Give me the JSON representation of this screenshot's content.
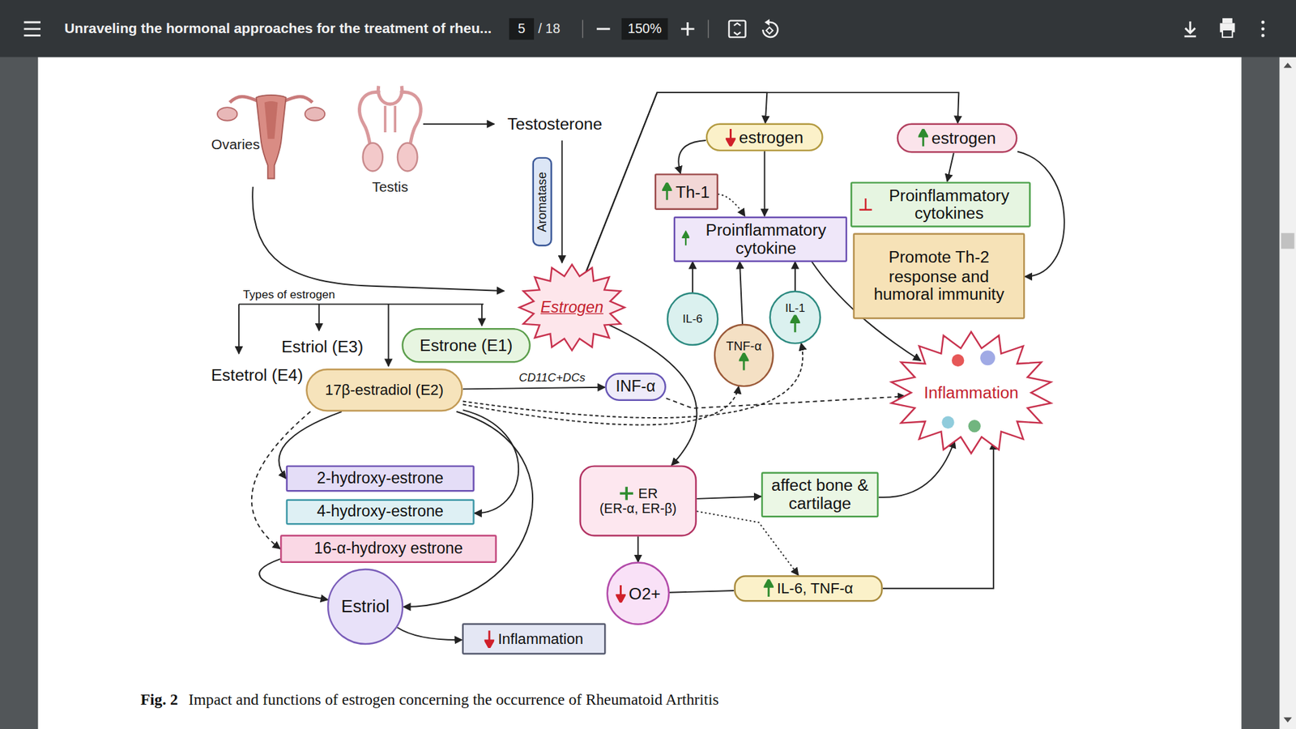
{
  "diagram": {
    "caption": "Impact and functions of estrogen concerning the occurrence of Rheumatoid Arthritis",
    "nodes": [
      {
        "text": [
          "Aromatase"
        ]
      },
      {
        "text": [
          "Estrogen"
        ]
      },
      {
        "text": [
          "Estrone (E1)"
        ]
      },
      {
        "text": [
          "17β-estradiol (E2)"
        ]
      },
      {
        "text": [
          "2-hydroxy-estrone"
        ]
      },
      {
        "text": [
          "4-hydroxy-estrone"
        ]
      },
      {
        "text": [
          "16-α-hydroxy estrone"
        ]
      },
      {
        "text": [
          "Estriol"
        ]
      },
      {
        "text": [
          "Inflammation"
        ]
      },
      {
        "text": [
          "INF-α"
        ]
      },
      {
        "text": [
          "estrogen"
        ]
      },
      {
        "text": [
          "estrogen"
        ]
      },
      {
        "text": [
          "Th-1"
        ]
      },
      {
        "text": [
          "Proinflammatory cytokine"
        ]
      },
      {
        "text": [
          "Proinflammatory cytokines"
        ]
      },
      {
        "text": [
          "Promote Th-2 response and humoral immunity"
        ]
      },
      {
        "text": [
          "IL-6"
        ]
      },
      {
        "text": [
          "TNF-α"
        ]
      },
      {
        "text": [
          "IL-1"
        ]
      },
      {
        "text": [
          "Inflammation"
        ]
      },
      {
        "text": [
          "ER",
          "(ER-α, ER-β)"
        ]
      },
      {
        "text": [
          "O2+"
        ]
      },
      {
        "text": [
          "affect bone & cartilage"
        ]
      },
      {
        "text": [
          "IL-6, TNF-α"
        ]
      }
    ],
    "edges": [
      {
        "from": 3,
        "to": 4,
        "arrow": "to"
      },
      {
        "from": 3,
        "to": 5,
        "arrow": "to"
      },
      {
        "from": 3,
        "to": 6,
        "arrow": "to"
      },
      {
        "from": 3,
        "to": 7,
        "arrow": "to"
      },
      {
        "from": 6,
        "to": 7,
        "arrow": "to"
      },
      {
        "from": 7,
        "to": 8,
        "arrow": "to"
      },
      {
        "from": 3,
        "to": 9,
        "label": "CD11C+DCs",
        "arrow": "to"
      },
      {
        "from": 9,
        "to": 19,
        "arrow": "to"
      },
      {
        "from": 3,
        "to": 17,
        "arrow": "to"
      },
      {
        "from": 3,
        "to": 18,
        "arrow": "to"
      },
      {
        "from": 1,
        "to": 20,
        "arrow": "to"
      },
      {
        "from": 1,
        "to": 10,
        "arrow": "to"
      },
      {
        "from": 1,
        "to": 11,
        "arrow": "to"
      },
      {
        "from": 10,
        "to": 12,
        "arrow": "to"
      },
      {
        "from": 12,
        "to": 13,
        "arrow": "to"
      },
      {
        "from": 10,
        "to": 13,
        "arrow": "to"
      },
      {
        "from": 16,
        "to": 13,
        "arrow": "to"
      },
      {
        "from": 17,
        "to": 13,
        "arrow": "to"
      },
      {
        "from": 18,
        "to": 13,
        "arrow": "to"
      },
      {
        "from": 13,
        "to": 19,
        "arrow": "to"
      },
      {
        "from": 11,
        "to": 14,
        "arrow": "to"
      },
      {
        "from": 11,
        "to": 15,
        "arrow": "to"
      },
      {
        "from": 20,
        "to": 22,
        "arrow": "to"
      },
      {
        "from": 22,
        "to": 19,
        "arrow": "to"
      },
      {
        "from": 20,
        "to": 21,
        "arrow": "to"
      },
      {
        "from": 20,
        "to": 23,
        "arrow": "to"
      },
      {
        "from": 21,
        "to": 23,
        "arrow": "none"
      },
      {
        "from": 23,
        "to": 19,
        "arrow": "to"
      }
    ],
    "labels": [
      "Unraveling the hormonal approaches for the treatment of rheu...",
      "5",
      "/ 18",
      "150%",
      "Ovaries",
      "Testis",
      "Testosterone",
      "Types of estrogen",
      "Estriol (E3)",
      "Estetrol (E4)",
      "Fig. 2"
    ]
  }
}
